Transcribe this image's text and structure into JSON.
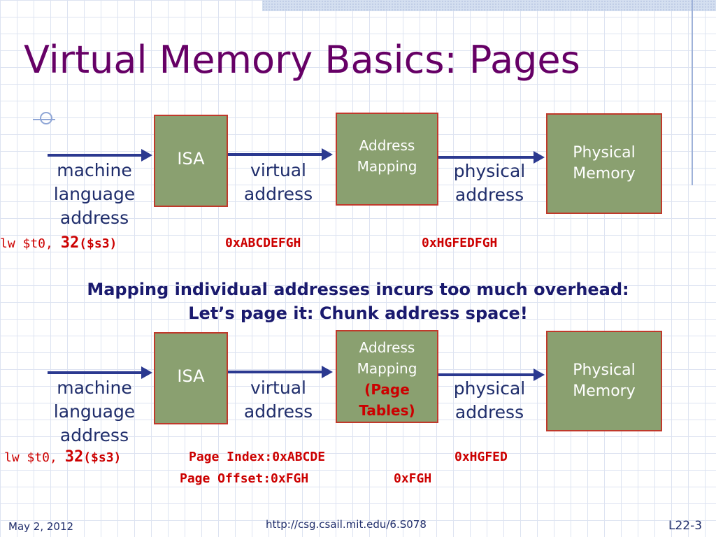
{
  "slide": {
    "title": "Virtual Memory Basics: Pages",
    "message_line1": "Mapping individual addresses incurs too much overhead:",
    "message_line2": "Let’s page it: Chunk address space!"
  },
  "diagram1": {
    "isa": "ISA",
    "mapping_line1": "Address",
    "mapping_line2": "Mapping",
    "memory_line1": "Physical",
    "memory_line2": "Memory",
    "label_machine": [
      "machine",
      "language",
      "address"
    ],
    "label_virtual": [
      "virtual",
      "address"
    ],
    "label_physical": [
      "physical",
      "address"
    ],
    "code_instr": "lw $t0,",
    "code_offset": "32",
    "code_reg": "($s3)",
    "virtual_value": "0xABCDEFGH",
    "physical_value": "0xHGFEDFGH"
  },
  "diagram2": {
    "isa": "ISA",
    "mapping_line1": "Address",
    "mapping_line2": "Mapping",
    "mapping_line3": "(Page",
    "mapping_line4": "Tables)",
    "memory_line1": "Physical",
    "memory_line2": "Memory",
    "label_machine": [
      "machine",
      "language",
      "address"
    ],
    "label_virtual": [
      "virtual",
      "address"
    ],
    "label_physical": [
      "physical",
      "address"
    ],
    "code_instr": "lw $t0,",
    "code_offset": "32",
    "code_reg": "($s3)",
    "page_index": "Page Index:0xABCDE",
    "page_index_physical": "0xHGFED",
    "page_offset": "Page Offset:0xFGH",
    "page_offset_physical": "0xFGH"
  },
  "footer": {
    "date": "May 2, 2012",
    "url": "http://csg.csail.mit.edu/6.S078",
    "slide_number": "L22-3"
  },
  "colors": {
    "title": "#660066",
    "box_fill": "#8aa070",
    "box_border": "#c0392b",
    "arrow": "#2b3990",
    "code_red": "#cc0000"
  }
}
